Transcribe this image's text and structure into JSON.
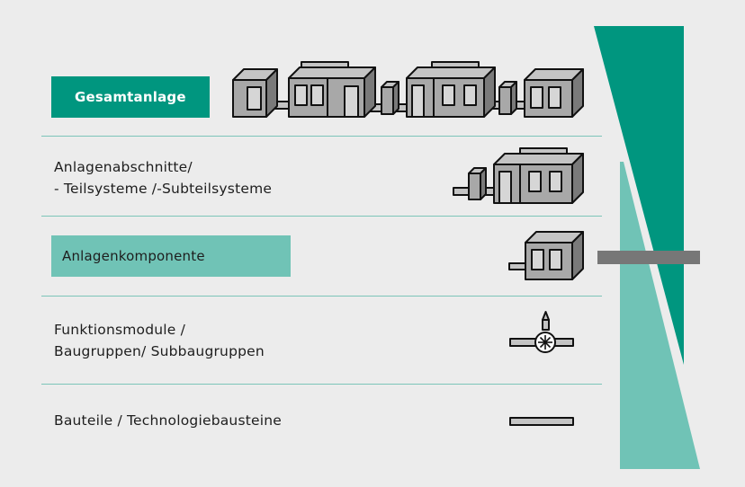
{
  "levels": [
    {
      "id": "gesamtanlage",
      "lines": [
        "Gesamtanlage"
      ]
    },
    {
      "id": "anlagenabschnitte",
      "lines": [
        "Anlagenabschnitte/",
        "- Teilsysteme /-Subteilsysteme"
      ]
    },
    {
      "id": "anlagenkomponente",
      "lines": [
        "Anlagenkomponente"
      ]
    },
    {
      "id": "funktionsmodule",
      "lines": [
        "Funktionsmodule /",
        "Baugruppen/ Subbaugruppen"
      ]
    },
    {
      "id": "bauteile",
      "lines": [
        "Bauteile / Technologiebausteine"
      ]
    }
  ],
  "colors": {
    "background": "#ececec",
    "teal_dark": "#00967f",
    "teal_light": "#70c3b6",
    "divider": "#7cc5b9",
    "machine_front": "#a8a8a8",
    "machine_side": "#7a7a7a",
    "machine_top": "#c4c4c4",
    "outline": "#111111",
    "bar": "#777777"
  }
}
